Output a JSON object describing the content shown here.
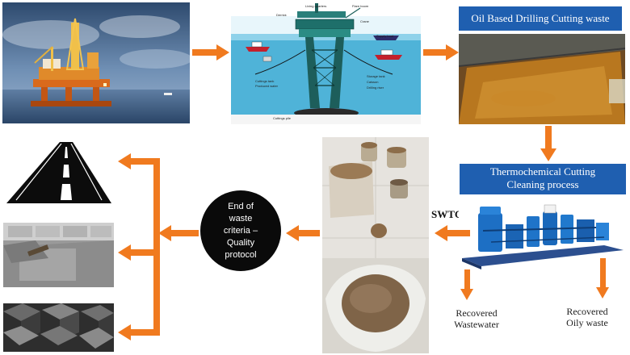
{
  "labels": {
    "oil_based_waste": "Oil Based Drilling Cutting waste",
    "thermochemical_line1": "Thermochemical Cutting",
    "thermochemical_line2": "Cleaning process",
    "swtcc": "SWTCC",
    "eow_line1": "End of",
    "eow_line2": "waste",
    "eow_line3": "criteria –",
    "eow_line4": "Quality",
    "eow_line5": "protocol",
    "recovered_wastewater_line1": "Recovered",
    "recovered_wastewater_line2": "Wastewater",
    "recovered_oily_line1": "Recovered",
    "recovered_oily_line2": "Oily waste"
  },
  "platform_diagram": {
    "callouts": [
      "Derrick",
      "Living quarters",
      "Flare boom",
      "Crane",
      "Supply boat",
      "Cuttings tank",
      "Produced water",
      "Storage tank",
      "Caisson",
      "Drilling riser",
      "Cuttings pile"
    ]
  },
  "colors": {
    "arrow": "#f07a1f",
    "box_blue": "#1f5fb0",
    "circle": "#0a0a0a"
  }
}
